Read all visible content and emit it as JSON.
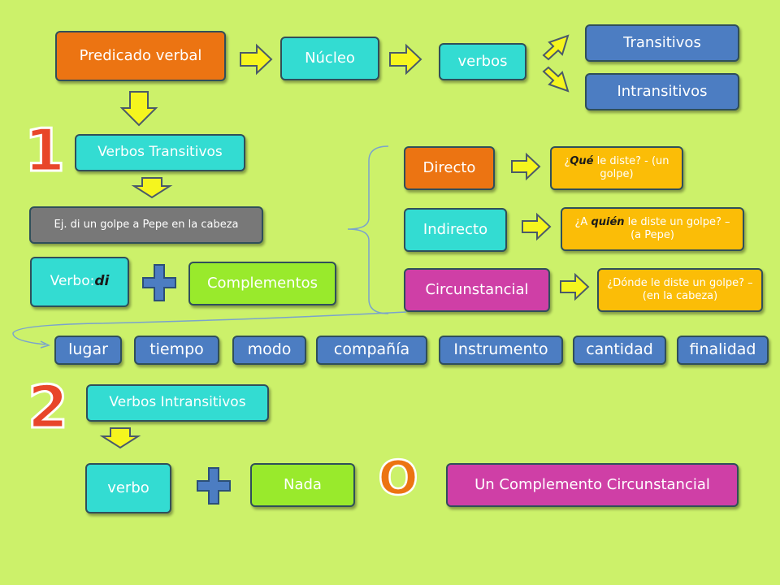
{
  "row1": {
    "predicado": "Predicado verbal",
    "nucleo": "Núcleo",
    "verbos": "verbos",
    "transitivos": "Transitivos",
    "intransitivos": "Intransitivos"
  },
  "section1": {
    "number": "1",
    "verbos_transitivos": "Verbos Transitivos",
    "ejemplo": "Ej. di un golpe a Pepe en la cabeza",
    "verbo_label": "Verbo: ",
    "verbo_value": "di",
    "complementos": "Complementos",
    "directo": "Directo",
    "directo_q_pre": "¿",
    "directo_q_em": "Qué",
    "directo_q_post": " le diste? - (un golpe)",
    "indirecto": "Indirecto",
    "indirecto_q_pre": "¿A ",
    "indirecto_q_em": "quién",
    "indirecto_q_post": " le diste un golpe? – (a Pepe)",
    "circunstancial": "Circunstancial",
    "circunstancial_q": "¿Dónde le diste un golpe? – (en la cabeza)"
  },
  "tags": [
    "lugar",
    "tiempo",
    "modo",
    "compañía",
    "Instrumento",
    "cantidad",
    "finalidad"
  ],
  "section2": {
    "number": "2",
    "verbos_intransitivos": "Verbos Intransitivos",
    "verbo": "verbo",
    "nada": "Nada",
    "o": "O",
    "complemento": "Un Complemento Circunstancial"
  },
  "colors": {
    "background": "#ccf16a",
    "orange": "#ec7412",
    "cyan": "#33dcd2",
    "blue": "#4c7dc2",
    "gray": "#787878",
    "lime": "#99ea2c",
    "magenta": "#cf3fa6",
    "yellow": "#fbbd07",
    "arrow": "#f5f51e",
    "number_orange": "#e8462a"
  }
}
